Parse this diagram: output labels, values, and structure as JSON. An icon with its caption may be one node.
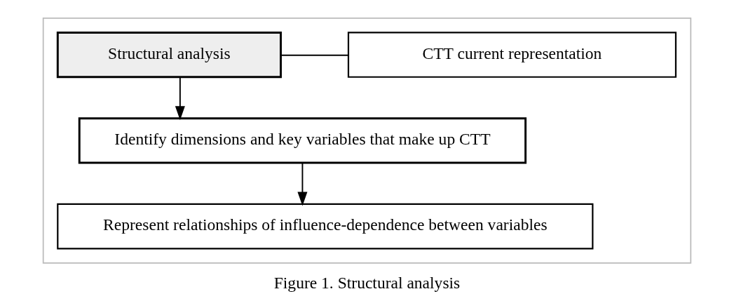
{
  "diagram": {
    "caption": "Figure 1. Structural analysis",
    "nodes": [
      {
        "text": [],
        "shape": "box"
      },
      {
        "text": [
          "Structural analysis"
        ],
        "in": 0
      },
      {
        "text": [
          "CTT current representation"
        ],
        "in": 0
      },
      {
        "text": [
          "Identify dimensions and key variables that make up CTT"
        ],
        "in": 0
      },
      {
        "text": [
          "Represent relationships of influence-dependence between variables"
        ],
        "in": 0
      }
    ],
    "edges": [
      {
        "from": 1,
        "to": 2,
        "arrow": "none"
      },
      {
        "from": 1,
        "to": 3,
        "arrow": "to"
      },
      {
        "from": 3,
        "to": 4,
        "arrow": "to"
      }
    ]
  }
}
